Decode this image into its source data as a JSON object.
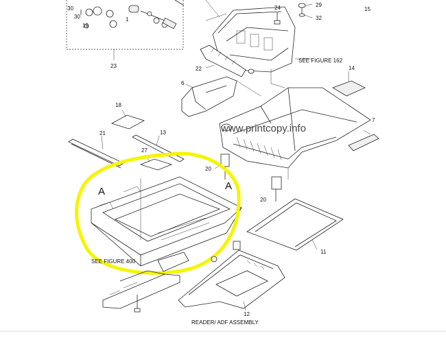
{
  "diagram": {
    "caption": "READER/ ADF ASSEMBLY",
    "watermark": "www.printcopy.info",
    "see_figure_400": "SEE FIGURE 400",
    "see_figure_162": "SEE FIGURE 162",
    "section_marker": "A",
    "highlight_color": "#f5f500",
    "callouts": [
      "1",
      "6",
      "7",
      "11",
      "12",
      "13",
      "14",
      "15",
      "18",
      "19",
      "20",
      "21",
      "22",
      "23",
      "24",
      "27",
      "29",
      "30",
      "32"
    ]
  }
}
